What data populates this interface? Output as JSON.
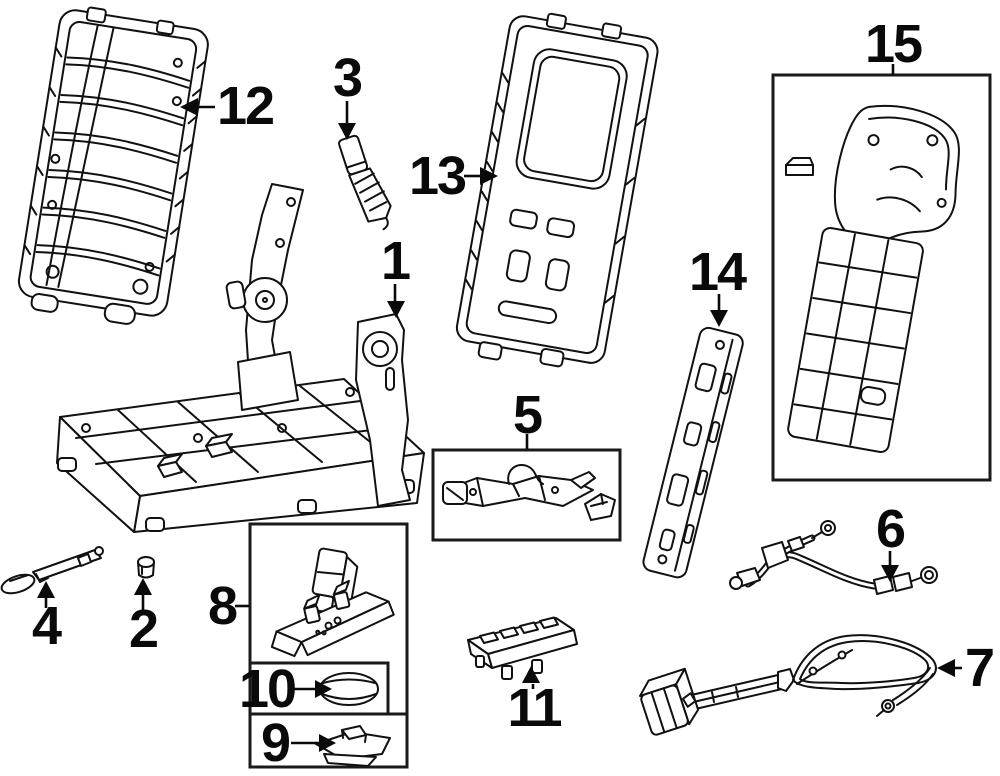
{
  "colors": {
    "line": "#111111",
    "background": "#ffffff",
    "label": "#0a0a0a"
  },
  "callouts": {
    "c1": {
      "label": "1"
    },
    "c2": {
      "label": "2"
    },
    "c3": {
      "label": "3"
    },
    "c4": {
      "label": "4"
    },
    "c5": {
      "label": "5"
    },
    "c6": {
      "label": "6"
    },
    "c7": {
      "label": "7"
    },
    "c8": {
      "label": "8"
    },
    "c9": {
      "label": "9"
    },
    "c10": {
      "label": "10"
    },
    "c11": {
      "label": "11"
    },
    "c12": {
      "label": "12"
    },
    "c13": {
      "label": "13"
    },
    "c14": {
      "label": "14"
    },
    "c15": {
      "label": "15"
    }
  }
}
